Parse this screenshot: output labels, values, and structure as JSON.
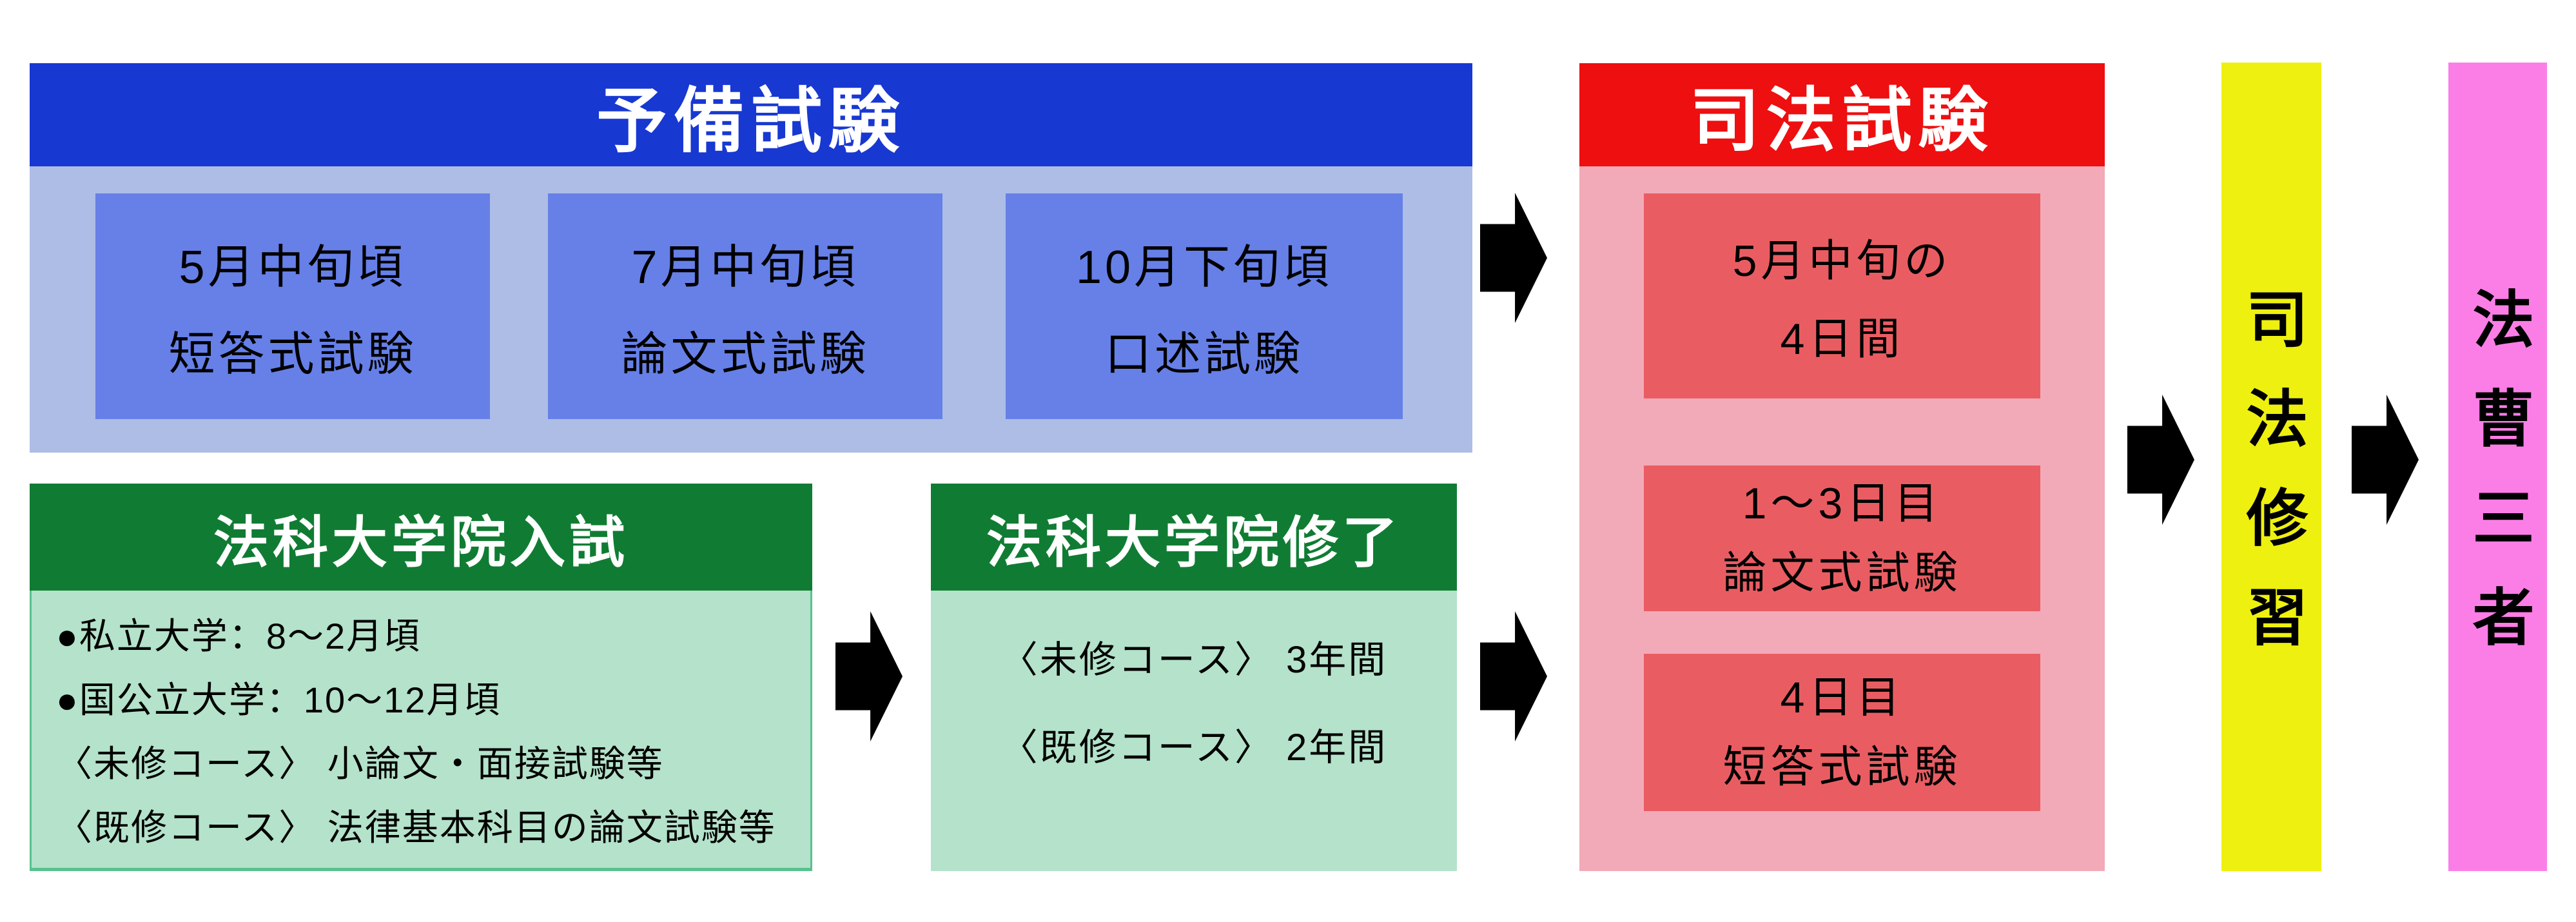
{
  "diagram": {
    "preliminary_exam": {
      "title": "予備試験",
      "boxes": [
        {
          "line1": "5月中旬頃",
          "line2": "短答式試験"
        },
        {
          "line1": "7月中旬頃",
          "line2": "論文式試験"
        },
        {
          "line1": "10月下旬頃",
          "line2": "口述試験"
        }
      ]
    },
    "law_school_admission": {
      "title": "法科大学院入試",
      "lines": [
        "●私立大学：8～2月頃",
        "●国公立大学：10～12月頃",
        "〈未修コース〉 小論文・面接試験等",
        "〈既修コース〉 法律基本科目の論文試験等"
      ]
    },
    "law_school_completion": {
      "title": "法科大学院修了",
      "lines": [
        "〈未修コース〉 3年間",
        "〈既修コース〉 2年間"
      ]
    },
    "bar_exam": {
      "title": "司法試験",
      "boxes": [
        {
          "line1": "5月中旬の",
          "line2": "4日間"
        },
        {
          "line1": "1～3日目",
          "line2": "論文式試験"
        },
        {
          "line1": "4日目",
          "line2": "短答式試験"
        }
      ]
    },
    "judicial_training": {
      "title": "司法修習"
    },
    "three_legal_professions": {
      "title": "法曹三者"
    }
  },
  "colors": {
    "blue_header": "#1838d2",
    "blue_body": "#aebde5",
    "blue_box": "#6680e8",
    "green_header": "#107c33",
    "green_body": "#b4e2ca",
    "green_border": "#58c18e",
    "red_header": "#ee0f10",
    "red_body": "#f3aab8",
    "red_box": "#e95d62",
    "yellow_bar": "#eef00f",
    "pink_bar": "#fb7ee7",
    "arrow": "#000000",
    "header_text": "#ffffff",
    "body_text": "#000000"
  }
}
